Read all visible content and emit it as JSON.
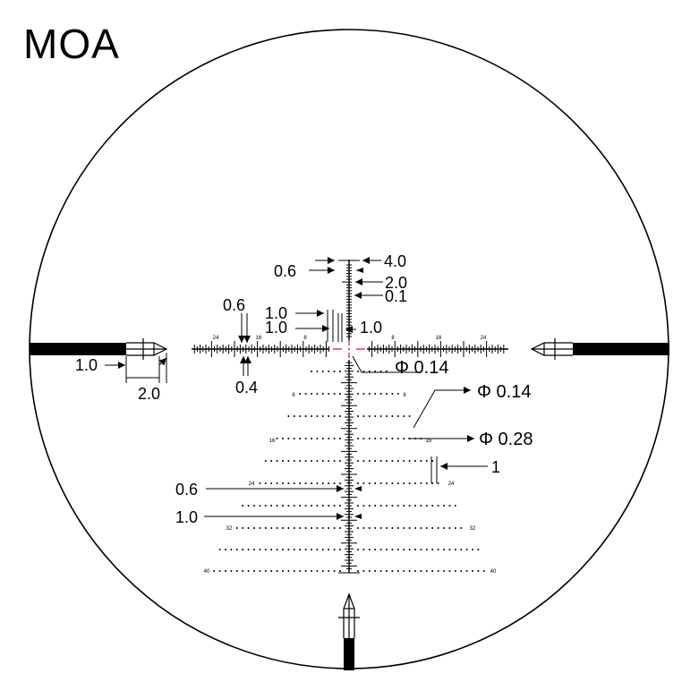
{
  "title": "MOA",
  "colors": {
    "line": "#000000",
    "accent": "#e0408a",
    "background": "#ffffff"
  },
  "labels": {
    "top_4_0": "4.0",
    "top_0_6": "0.6",
    "top_2_0": "2.0",
    "top_0_1": "0.1",
    "left_0_6": "0.6",
    "left_1_0_a": "1.0",
    "left_1_0_b": "1.0",
    "right_1_0": "1.0",
    "hbar_0_4": "0.4",
    "post_1_0": "1.0",
    "post_2_0": "2.0",
    "phi_center": "Φ 0.14",
    "phi_dot": "Φ 0.14",
    "phi_large_dot": "Φ 0.28",
    "hash_1": "1",
    "lower_0_6": "0.6",
    "lower_1_0": "1.0"
  },
  "horizontal_numbers": {
    "left": [
      "24",
      "16",
      "8"
    ],
    "right": [
      "8",
      "16",
      "24"
    ]
  },
  "tree_numbers": {
    "row_8_left": "8",
    "row_8_right": "8",
    "row_16_left": "16",
    "row_16_right": "16",
    "row_24_left": "24",
    "row_24_right": "24",
    "row_32_left": "32",
    "row_32_right": "32",
    "row_40_left": "40",
    "row_40_right": "40"
  }
}
